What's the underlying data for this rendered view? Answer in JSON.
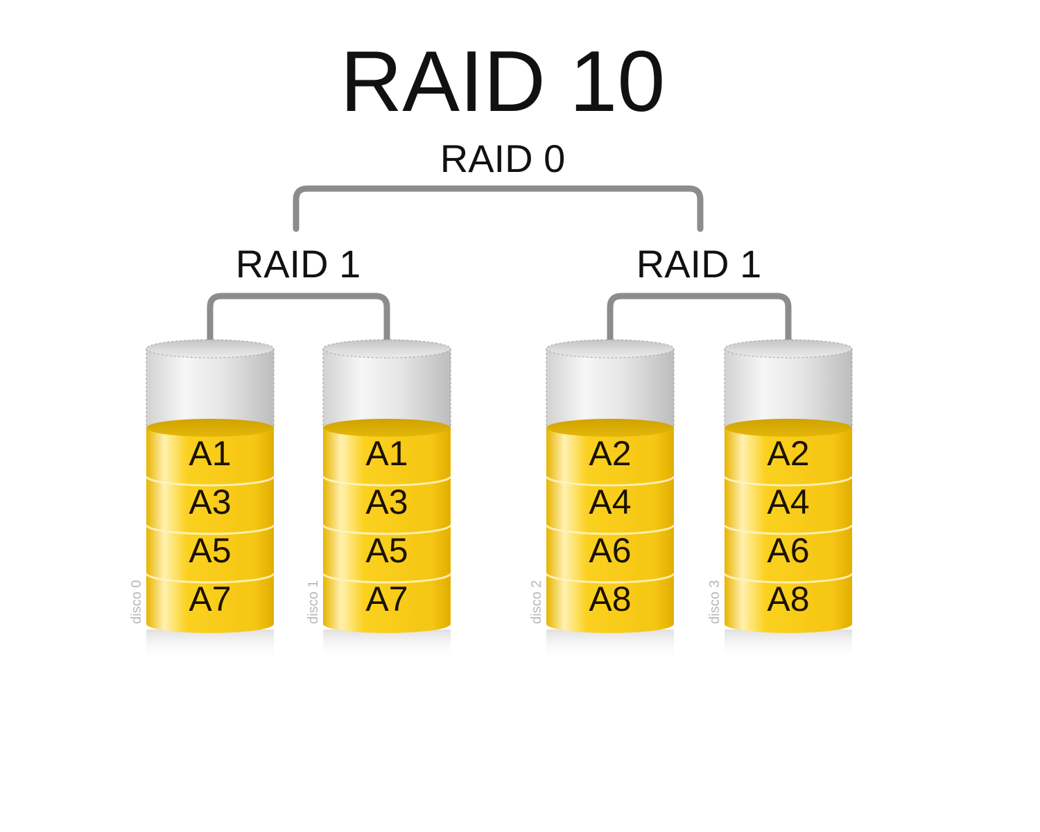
{
  "title": "RAID 10",
  "stripe": {
    "label": "RAID 0"
  },
  "mirrors": [
    {
      "label": "RAID 1",
      "disks": [
        0,
        1
      ]
    },
    {
      "label": "RAID 1",
      "disks": [
        2,
        3
      ]
    }
  ],
  "disks": [
    {
      "label": "disco 0",
      "blocks": [
        "A1",
        "A3",
        "A5",
        "A7"
      ]
    },
    {
      "label": "disco 1",
      "blocks": [
        "A1",
        "A3",
        "A5",
        "A7"
      ]
    },
    {
      "label": "disco 2",
      "blocks": [
        "A2",
        "A4",
        "A6",
        "A8"
      ]
    },
    {
      "label": "disco 3",
      "blocks": [
        "A2",
        "A4",
        "A6",
        "A8"
      ]
    }
  ],
  "colors": {
    "data_fill": "#f7c81b",
    "data_top": "#d9ac0a",
    "connector": "#8c8c8c",
    "empty_cylinder": "#dedede"
  }
}
